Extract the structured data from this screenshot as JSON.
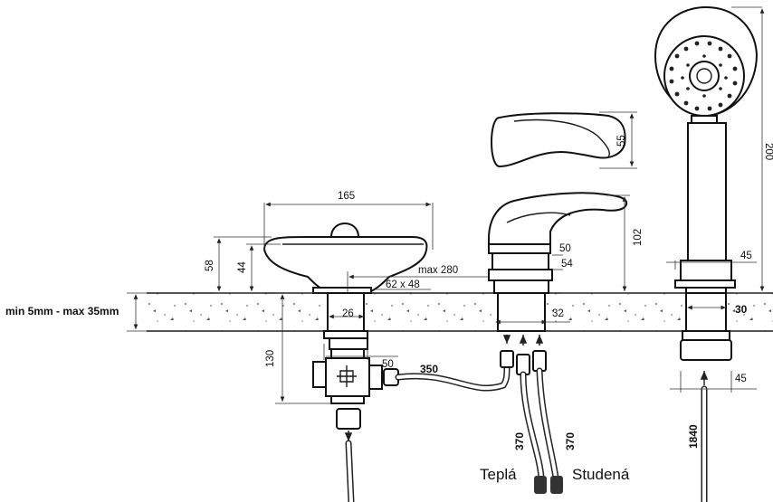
{
  "labels": {
    "deck_thickness": "min 5mm - max 35mm",
    "hot": "Teplá",
    "cold": "Studená"
  },
  "dimensions": {
    "handle_width": "165",
    "knob_height_58": "58",
    "knob_height_44": "44",
    "reach": "max 280",
    "base_size": "62 x 48",
    "stem_26": "26",
    "nut_50": "50",
    "diverter_130": "130",
    "hose_350": "350",
    "spout_55": "55",
    "mixer_102": "102",
    "mixer_50": "50",
    "mixer_54": "54",
    "mixer_32": "32",
    "hose_370_a": "370",
    "hose_370_b": "370",
    "shower_200": "200",
    "holder_45_top": "45",
    "holder_30": "30",
    "holder_45_bottom": "45",
    "shower_hose_1840": "1840"
  }
}
